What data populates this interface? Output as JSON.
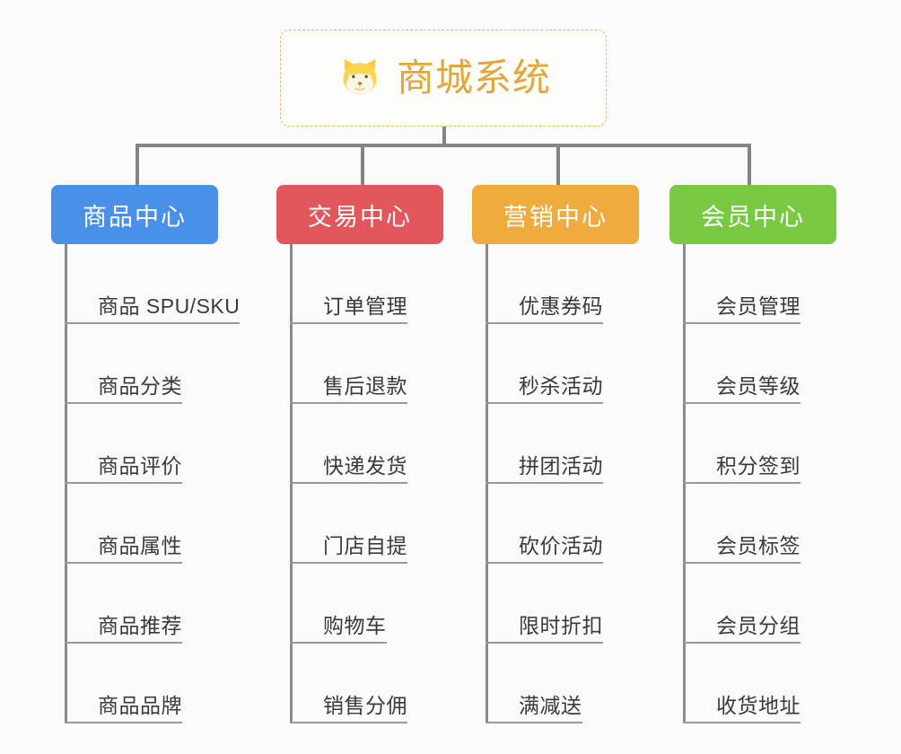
{
  "diagram": {
    "type": "mindmap",
    "background_color": "#fafafa",
    "connector_color": "#848484",
    "leaf_rule_color": "#9a9a9a",
    "leaf_text_color": "#3a3a3a"
  },
  "root": {
    "title": "商城系统",
    "icon": "shiba-dog-face-icon",
    "title_color": "#e3a63c",
    "border_color": "#e8b860",
    "background_color": "#fdfdfc"
  },
  "columns": [
    {
      "category": "商品中心",
      "color": "#4a90e8",
      "items": [
        "商品 SPU/SKU",
        "商品分类",
        "商品评价",
        "商品属性",
        "商品推荐",
        "商品品牌"
      ]
    },
    {
      "category": "交易中心",
      "color": "#e2575c",
      "items": [
        "订单管理",
        "售后退款",
        "快递发货",
        "门店自提",
        "购物车",
        "销售分佣"
      ]
    },
    {
      "category": "营销中心",
      "color": "#eeab3e",
      "items": [
        "优惠券码",
        "秒杀活动",
        "拼团活动",
        "砍价活动",
        "限时折扣",
        "满减送"
      ]
    },
    {
      "category": "会员中心",
      "color": "#7ac943",
      "items": [
        "会员管理",
        "会员等级",
        "积分签到",
        "会员标签",
        "会员分组",
        "收货地址"
      ]
    }
  ]
}
